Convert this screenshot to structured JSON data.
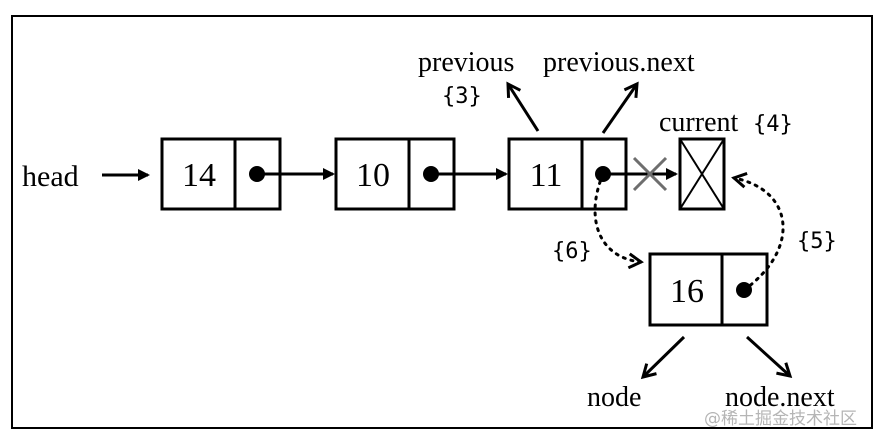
{
  "head_label": "head",
  "nodes": [
    {
      "id": "n14",
      "value": "14"
    },
    {
      "id": "n10",
      "value": "10"
    },
    {
      "id": "n11",
      "value": "11"
    },
    {
      "id": "n16",
      "value": "16"
    }
  ],
  "labels": {
    "previous": "previous",
    "previous_next": "previous.next",
    "current": "current",
    "node": "node",
    "node_next": "node.next"
  },
  "steps": {
    "step3": "{3}",
    "step4": "{4}",
    "step5": "{5}",
    "step6": "{6}"
  },
  "watermark": "@稀土掘金技术社区",
  "colors": {
    "line": "#000000",
    "removed_link": "#6e6e6e",
    "watermark": "#b5b5b5"
  }
}
